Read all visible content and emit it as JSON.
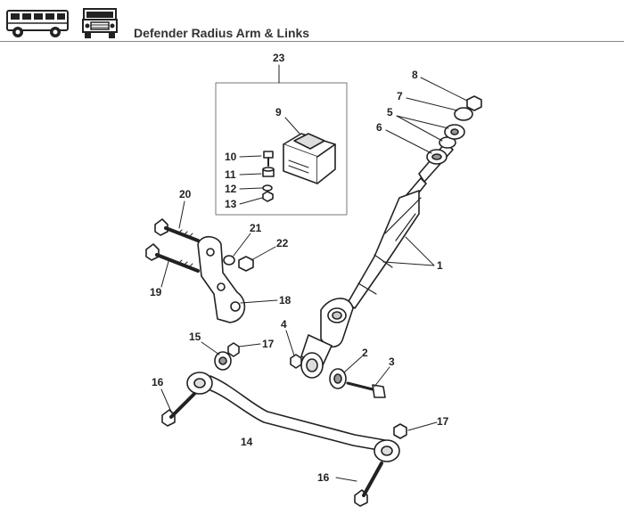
{
  "header": {
    "title": "Defender Radius Arm & Links",
    "icons": [
      "vehicle-side-view-icon",
      "vehicle-front-view-icon"
    ]
  },
  "callouts": [
    {
      "id": "c23",
      "label": "23"
    },
    {
      "id": "c9",
      "label": "9"
    },
    {
      "id": "c10",
      "label": "10"
    },
    {
      "id": "c11",
      "label": "11"
    },
    {
      "id": "c12",
      "label": "12"
    },
    {
      "id": "c13",
      "label": "13"
    },
    {
      "id": "c8",
      "label": "8"
    },
    {
      "id": "c7",
      "label": "7"
    },
    {
      "id": "c5",
      "label": "5"
    },
    {
      "id": "c6",
      "label": "6"
    },
    {
      "id": "c20",
      "label": "20"
    },
    {
      "id": "c21",
      "label": "21"
    },
    {
      "id": "c22",
      "label": "22"
    },
    {
      "id": "c19",
      "label": "19"
    },
    {
      "id": "c18",
      "label": "18"
    },
    {
      "id": "c1",
      "label": "1"
    },
    {
      "id": "c4",
      "label": "4"
    },
    {
      "id": "c2",
      "label": "2"
    },
    {
      "id": "c3",
      "label": "3"
    },
    {
      "id": "c15",
      "label": "15"
    },
    {
      "id": "c17a",
      "label": "17"
    },
    {
      "id": "c16a",
      "label": "16"
    },
    {
      "id": "c14",
      "label": "14"
    },
    {
      "id": "c17b",
      "label": "17"
    },
    {
      "id": "c16b",
      "label": "16"
    }
  ]
}
